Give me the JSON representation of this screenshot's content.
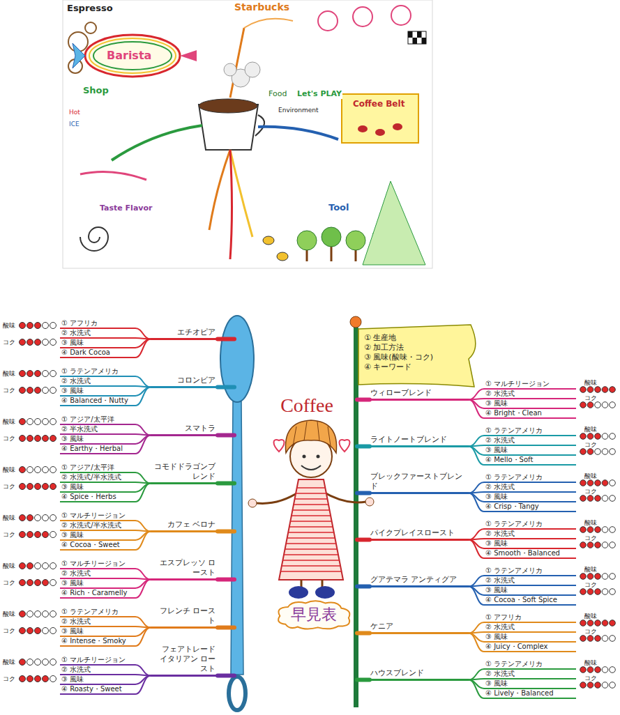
{
  "diagram": {
    "title": "Coffee",
    "nodes": [
      {
        "text": [
          "エチオピア"
        ]
      },
      {
        "text": [
          "① アフリカ"
        ]
      },
      {
        "text": [
          "② 水洗式"
        ]
      },
      {
        "text": [
          "③ 風味"
        ]
      },
      {
        "text": [
          "④ Dark Cocoa"
        ]
      },
      {
        "text": [
          "コロンビア"
        ]
      },
      {
        "text": [
          "① ラテンアメリカ"
        ]
      },
      {
        "text": [
          "② 水洗式"
        ]
      },
      {
        "text": [
          "③ 風味"
        ]
      },
      {
        "text": [
          "④ Balanced・Nutty"
        ]
      },
      {
        "text": [
          "スマトラ"
        ]
      },
      {
        "text": [
          "① アジア/太平洋"
        ]
      },
      {
        "text": [
          "② 半水洗式"
        ]
      },
      {
        "text": [
          "③ 風味"
        ]
      },
      {
        "text": [
          "④ Earthy・Herbal"
        ]
      },
      {
        "text": [
          "コモドドラゴンブレンド"
        ]
      },
      {
        "text": [
          "① アジア/太平洋"
        ]
      },
      {
        "text": [
          "② 水洗式/半水洗式"
        ]
      },
      {
        "text": [
          "③ 風味"
        ]
      },
      {
        "text": [
          "④ Spice・Herbs"
        ]
      },
      {
        "text": [
          "カフェ ベロナ"
        ]
      },
      {
        "text": [
          "① マルチリージョン"
        ]
      },
      {
        "text": [
          "② 水洗式/半水洗式"
        ]
      },
      {
        "text": [
          "③ 風味"
        ]
      },
      {
        "text": [
          "④ Cocoa・Sweet"
        ]
      },
      {
        "text": [
          "エスプレッソ ロースト"
        ]
      },
      {
        "text": [
          "① マルチリージョン"
        ]
      },
      {
        "text": [
          "② 水洗式"
        ]
      },
      {
        "text": [
          "③ 風味"
        ]
      },
      {
        "text": [
          "④ Rich・Caramelly"
        ]
      },
      {
        "text": [
          "フレンチ ロースト"
        ]
      },
      {
        "text": [
          "① ラテンアメリカ"
        ]
      },
      {
        "text": [
          "② 水洗式"
        ]
      },
      {
        "text": [
          "③ 風味"
        ]
      },
      {
        "text": [
          "④ Intense・Smoky"
        ]
      },
      {
        "text": [
          "フェアトレード イタリアン ロースト"
        ]
      },
      {
        "text": [
          "① マルチリージョン"
        ]
      },
      {
        "text": [
          "② 水洗式"
        ]
      },
      {
        "text": [
          "③ 風味"
        ]
      },
      {
        "text": [
          "④ Roasty・Sweet"
        ]
      },
      {
        "text": [
          "① 生産地",
          "② 加工方法",
          "③ 風味(酸味・コク)",
          "④ キーワード"
        ]
      },
      {
        "text": [
          "早見表"
        ]
      },
      {
        "text": [
          "ウィローブレンド"
        ]
      },
      {
        "text": [
          "① マルチリージョン"
        ]
      },
      {
        "text": [
          "② 水洗式"
        ]
      },
      {
        "text": [
          "③ 風味"
        ]
      },
      {
        "text": [
          "④ Bright・Clean"
        ]
      },
      {
        "text": [
          "ライトノートブレンド"
        ]
      },
      {
        "text": [
          "① ラテンアメリカ"
        ]
      },
      {
        "text": [
          "② 水洗式"
        ]
      },
      {
        "text": [
          "③ 風味"
        ]
      },
      {
        "text": [
          "④ Mello・Soft"
        ]
      },
      {
        "text": [
          "ブレックファーストブレンド"
        ]
      },
      {
        "text": [
          "① ラテンアメリカ"
        ]
      },
      {
        "text": [
          "② 水洗式"
        ]
      },
      {
        "text": [
          "③ 風味"
        ]
      },
      {
        "text": [
          "④ Crisp・Tangy"
        ]
      },
      {
        "text": [
          "パイクプレイスロースト"
        ]
      },
      {
        "text": [
          "① ラテンアメリカ"
        ]
      },
      {
        "text": [
          "② 水洗式"
        ]
      },
      {
        "text": [
          "③ 風味"
        ]
      },
      {
        "text": [
          "④ Smooth・Balanced"
        ]
      },
      {
        "text": [
          "グアテマラ アンティグア"
        ]
      },
      {
        "text": [
          "① ラテンアメリカ"
        ]
      },
      {
        "text": [
          "② 水洗式"
        ]
      },
      {
        "text": [
          "③ 風味"
        ]
      },
      {
        "text": [
          "④ Cocoa・Soft Spice"
        ]
      },
      {
        "text": [
          "ケニア"
        ]
      },
      {
        "text": [
          "① アフリカ"
        ]
      },
      {
        "text": [
          "② 水洗式"
        ]
      },
      {
        "text": [
          "③ 風味"
        ]
      },
      {
        "text": [
          "④ Juicy・Complex"
        ]
      },
      {
        "text": [
          "ハウスブレンド"
        ]
      },
      {
        "text": [
          "① ラテンアメリカ"
        ]
      },
      {
        "text": [
          "② 水洗式"
        ]
      },
      {
        "text": [
          "③ 風味"
        ]
      },
      {
        "text": [
          "④ Lively・Balanced"
        ]
      }
    ],
    "edges": [
      {
        "from": 0,
        "to": 1,
        "arrow": "none"
      },
      {
        "from": 0,
        "to": 2,
        "arrow": "none"
      },
      {
        "from": 0,
        "to": 3,
        "arrow": "none"
      },
      {
        "from": 0,
        "to": 4,
        "arrow": "none"
      },
      {
        "from": 5,
        "to": 6,
        "arrow": "none"
      },
      {
        "from": 5,
        "to": 7,
        "arrow": "none"
      },
      {
        "from": 5,
        "to": 8,
        "arrow": "none"
      },
      {
        "from": 5,
        "to": 9,
        "arrow": "none"
      },
      {
        "from": 10,
        "to": 11,
        "arrow": "none"
      },
      {
        "from": 10,
        "to": 12,
        "arrow": "none"
      },
      {
        "from": 10,
        "to": 13,
        "arrow": "none"
      },
      {
        "from": 10,
        "to": 14,
        "arrow": "none"
      },
      {
        "from": 15,
        "to": 16,
        "arrow": "none"
      },
      {
        "from": 15,
        "to": 17,
        "arrow": "none"
      },
      {
        "from": 15,
        "to": 18,
        "arrow": "none"
      },
      {
        "from": 15,
        "to": 19,
        "arrow": "none"
      },
      {
        "from": 20,
        "to": 21,
        "arrow": "none"
      },
      {
        "from": 20,
        "to": 22,
        "arrow": "none"
      },
      {
        "from": 20,
        "to": 23,
        "arrow": "none"
      },
      {
        "from": 20,
        "to": 24,
        "arrow": "none"
      },
      {
        "from": 25,
        "to": 26,
        "arrow": "none"
      },
      {
        "from": 25,
        "to": 27,
        "arrow": "none"
      },
      {
        "from": 25,
        "to": 28,
        "arrow": "none"
      },
      {
        "from": 25,
        "to": 29,
        "arrow": "none"
      },
      {
        "from": 30,
        "to": 31,
        "arrow": "none"
      },
      {
        "from": 30,
        "to": 32,
        "arrow": "none"
      },
      {
        "from": 30,
        "to": 33,
        "arrow": "none"
      },
      {
        "from": 30,
        "to": 34,
        "arrow": "none"
      },
      {
        "from": 35,
        "to": 36,
        "arrow": "none"
      },
      {
        "from": 35,
        "to": 37,
        "arrow": "none"
      },
      {
        "from": 35,
        "to": 38,
        "arrow": "none"
      },
      {
        "from": 35,
        "to": 39,
        "arrow": "none"
      },
      {
        "from": 42,
        "to": 43,
        "arrow": "none"
      },
      {
        "from": 42,
        "to": 44,
        "arrow": "none"
      },
      {
        "from": 42,
        "to": 45,
        "arrow": "none"
      },
      {
        "from": 42,
        "to": 46,
        "arrow": "none"
      },
      {
        "from": 47,
        "to": 48,
        "arrow": "none"
      },
      {
        "from": 47,
        "to": 49,
        "arrow": "none"
      },
      {
        "from": 47,
        "to": 50,
        "arrow": "none"
      },
      {
        "from": 47,
        "to": 51,
        "arrow": "none"
      },
      {
        "from": 52,
        "to": 53,
        "arrow": "none"
      },
      {
        "from": 52,
        "to": 54,
        "arrow": "none"
      },
      {
        "from": 52,
        "to": 55,
        "arrow": "none"
      },
      {
        "from": 52,
        "to": 56,
        "arrow": "none"
      },
      {
        "from": 57,
        "to": 58,
        "arrow": "none"
      },
      {
        "from": 57,
        "to": 59,
        "arrow": "none"
      },
      {
        "from": 57,
        "to": 60,
        "arrow": "none"
      },
      {
        "from": 57,
        "to": 61,
        "arrow": "none"
      },
      {
        "from": 62,
        "to": 63,
        "arrow": "none"
      },
      {
        "from": 62,
        "to": 64,
        "arrow": "none"
      },
      {
        "from": 62,
        "to": 65,
        "arrow": "none"
      },
      {
        "from": 62,
        "to": 66,
        "arrow": "none"
      },
      {
        "from": 67,
        "to": 68,
        "arrow": "none"
      },
      {
        "from": 67,
        "to": 69,
        "arrow": "none"
      },
      {
        "from": 67,
        "to": 70,
        "arrow": "none"
      },
      {
        "from": 67,
        "to": 71,
        "arrow": "none"
      },
      {
        "from": 72,
        "to": 73,
        "arrow": "none"
      },
      {
        "from": 72,
        "to": 74,
        "arrow": "none"
      },
      {
        "from": 72,
        "to": 75,
        "arrow": "none"
      },
      {
        "from": 72,
        "to": 76,
        "arrow": "none"
      }
    ],
    "labels": [
      "Espresso",
      "Barista",
      "Starbucks",
      "Food",
      "Let's PLAY",
      "Environment",
      "Coffee Belt",
      "Shop",
      "Hot",
      "ICE",
      "Taste Flavor",
      "Tool",
      "酸味",
      "コク",
      "酸味",
      "コク",
      "酸味",
      "コク",
      "酸味",
      "コク",
      "酸味",
      "コク",
      "酸味",
      "コク",
      "酸味",
      "コク",
      "酸味",
      "コク",
      "酸味",
      "コク",
      "酸味",
      "コク",
      "酸味",
      "コク",
      "酸味",
      "コク",
      "酸味",
      "コク",
      "酸味",
      "コク",
      "酸味",
      "コク"
    ]
  }
}
